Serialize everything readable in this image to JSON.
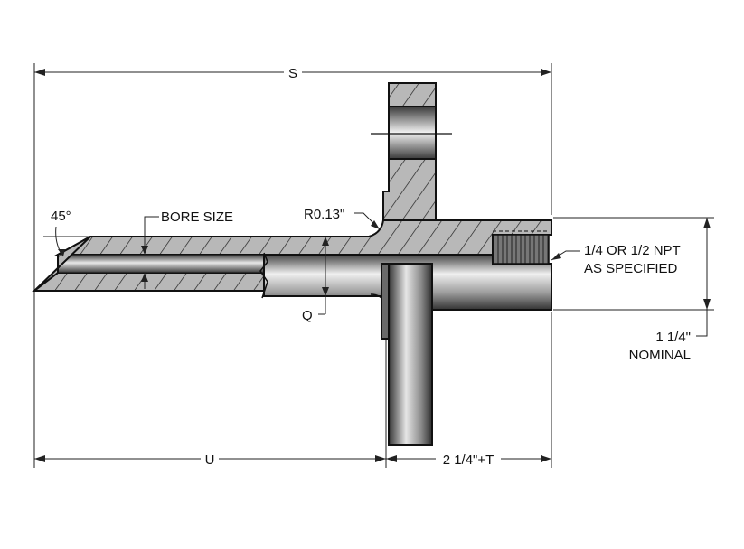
{
  "labels": {
    "s": "S",
    "u": "U",
    "t": "2 1/4\"+T",
    "angle": "45°",
    "bore": "BORE SIZE",
    "radius": "R0.13\"",
    "q": "Q",
    "npt_line1": "1/4 OR 1/2 NPT",
    "npt_line2": "AS SPECIFIED",
    "nominal_line1": "1 1/4\"",
    "nominal_line2": "NOMINAL"
  }
}
